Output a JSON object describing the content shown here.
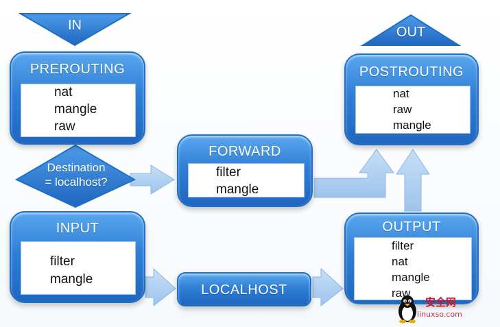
{
  "diagram": {
    "in_label": "IN",
    "out_label": "OUT",
    "prerouting": {
      "title": "PREROUTING",
      "tables": [
        "nat",
        "mangle",
        "raw"
      ]
    },
    "decision": {
      "line1": "Destination",
      "line2": "= localhost?"
    },
    "forward": {
      "title": "FORWARD",
      "tables": [
        "filter",
        "mangle"
      ]
    },
    "input": {
      "title": "INPUT",
      "tables": [
        "filter",
        "mangle"
      ]
    },
    "localhost": {
      "title": "LOCALHOST"
    },
    "output": {
      "title": "OUTPUT",
      "tables": [
        "filter",
        "nat",
        "mangle",
        "raw"
      ]
    },
    "postrouting": {
      "title": "POSTROUTING",
      "tables": [
        "nat",
        "raw",
        "mangle"
      ]
    }
  },
  "colors": {
    "box_fill": "#2f7fd6",
    "box_border": "#1f6fc2",
    "arrow_fill": "#a9ccf0",
    "arrow_stroke": "#8bb7e4",
    "watermark": "#c0182a"
  },
  "icons": [
    "penguin-logo-icon"
  ],
  "watermark": {
    "line1": "安全网",
    "line2": "linuxso.com"
  }
}
